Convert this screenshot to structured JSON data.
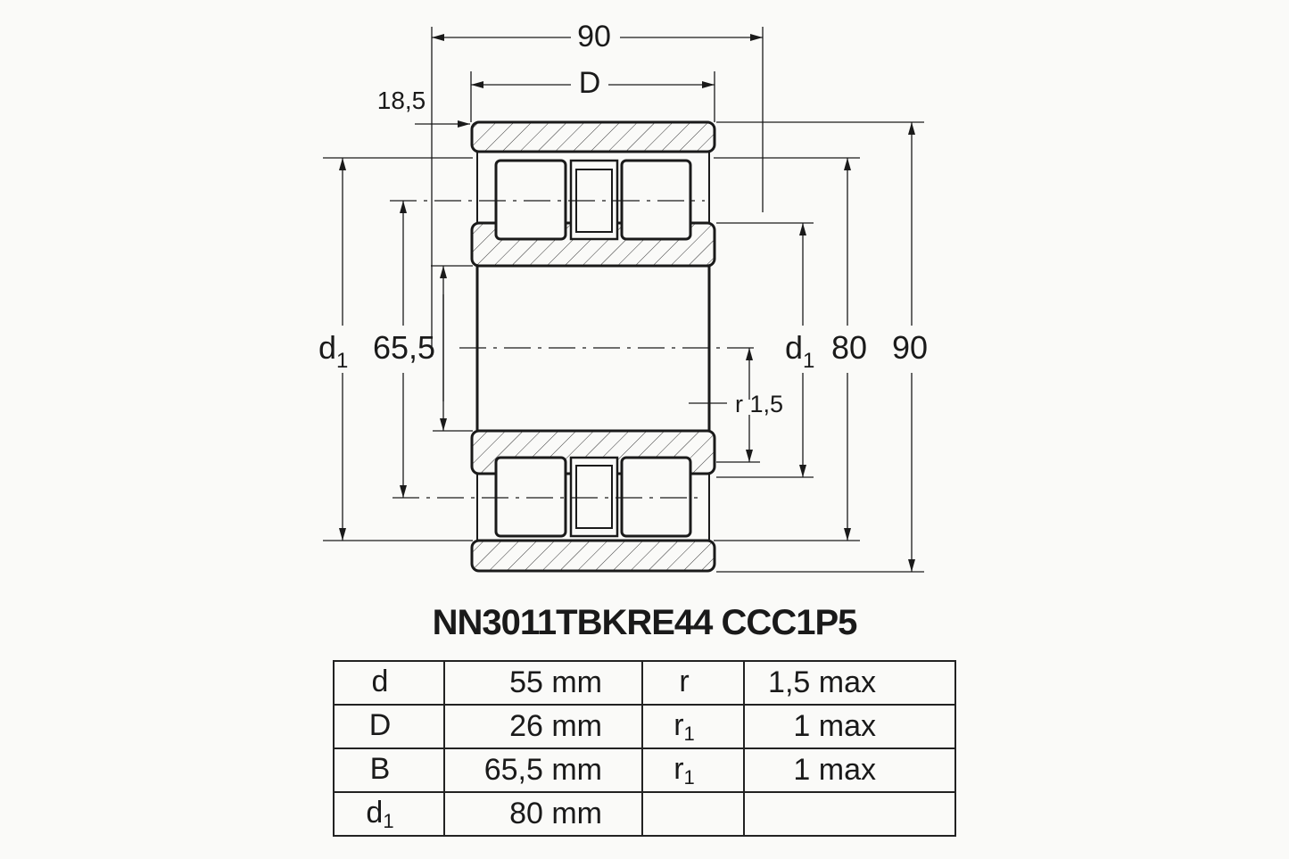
{
  "drawing": {
    "dim_width_total": "90",
    "dim_D": "D",
    "dim_offset": "18,5",
    "left_d": "d",
    "left_d_sub": "1",
    "left_655": "65,5",
    "right_d": "d",
    "right_d_sub": "1",
    "right_80": "80",
    "right_90": "90",
    "radius": "r 1,5"
  },
  "title": "NN3011TBKRE44 CCC1P5",
  "table": {
    "rows": [
      {
        "sym": "d",
        "sub": "",
        "val": "55 mm",
        "sym2": "r",
        "sub2": "",
        "val2": "1,5 max"
      },
      {
        "sym": "D",
        "sub": "",
        "val": "26 mm",
        "sym2": "r",
        "sub2": "1",
        "val2": "1 max"
      },
      {
        "sym": "B",
        "sub": "",
        "val": "65,5 mm",
        "sym2": "r",
        "sub2": "1",
        "val2": "1 max"
      },
      {
        "sym": "d",
        "sub": "1",
        "val": "80 mm",
        "sym2": "",
        "sub2": "",
        "val2": ""
      }
    ]
  }
}
